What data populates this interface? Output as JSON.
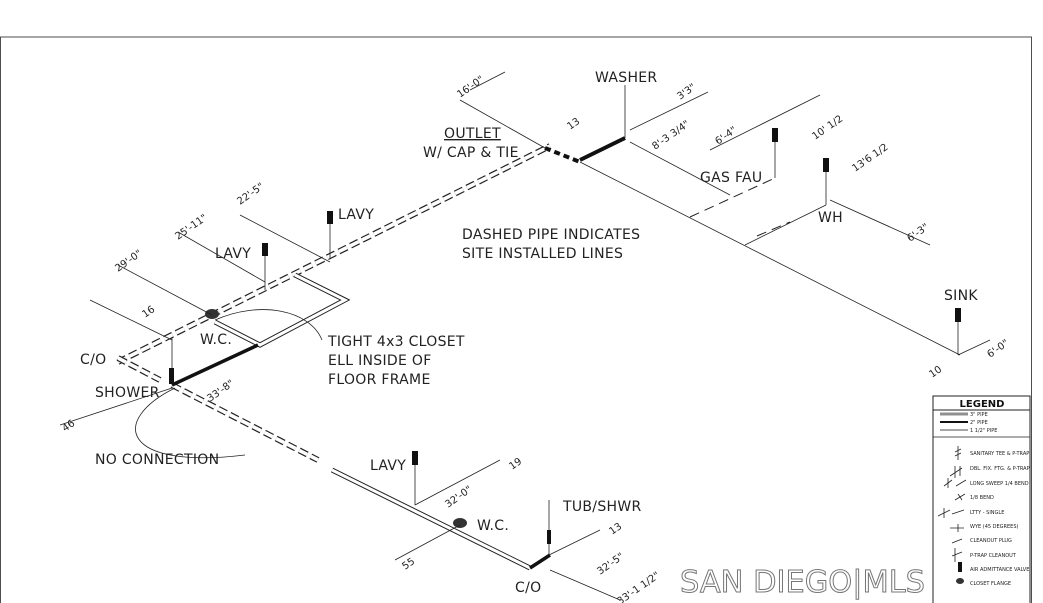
{
  "labels": {
    "washer": "WASHER",
    "outlet": "OUTLET",
    "outlet_sub": "W/ CAP & TIE",
    "gas_fau": "GAS FAU",
    "wh": "WH",
    "sink": "SINK",
    "lavy_top": "LAVY",
    "lavy_left": "LAVY",
    "lavy_bottom": "LAVY",
    "wc_top": "W.C.",
    "wc_bottom": "W.C.",
    "co_left": "C/O",
    "co_bottom": "C/O",
    "shower": "SHOWER",
    "tub_shwr": "TUB/SHWR",
    "no_connection": "NO CONNECTION",
    "note_dashed_1": "DASHED PIPE INDICATES",
    "note_dashed_2": "SITE INSTALLED LINES",
    "note_closet_1": "TIGHT 4x3 CLOSET",
    "note_closet_2": "ELL INSIDE OF",
    "note_closet_3": "FLOOR FRAME"
  },
  "dimensions": [
    "16'-0\"",
    "3'3\"",
    "13",
    "8'-3 3/4\"",
    "6'-4\"",
    "10' 1/2",
    "13'6 1/2",
    "6'-3\"",
    "6'-0\"",
    "10",
    "22'-5\"",
    "25'-11\"",
    "29'-0\"",
    "16",
    "46",
    "33'-8\"",
    "32'-0\"",
    "19",
    "32'-5\"",
    "13",
    "55",
    "33'-1 1/2\""
  ],
  "legend": {
    "title": "LEGEND",
    "pipes": [
      "3\" PIPE",
      "2\" PIPE",
      "1 1/2\" PIPE"
    ],
    "symbols": [
      {
        "label": "SANITARY TEE & P-TRAP",
        "icon": "sanitary-tee-icon"
      },
      {
        "label": "DBL. FIX. FTG. & P-TRAP",
        "icon": "double-fixture-fitting-icon"
      },
      {
        "label": "LONG SWEEP 1/4 BEND",
        "icon": "long-sweep-bend-icon"
      },
      {
        "label": "1/8 BEND",
        "icon": "eighth-bend-icon"
      },
      {
        "label": "LTTY - SINGLE",
        "icon": "ltty-single-icon"
      },
      {
        "label": "WYE (45 DEGREES)",
        "icon": "wye-icon"
      },
      {
        "label": "CLEANOUT PLUG",
        "icon": "cleanout-plug-icon"
      },
      {
        "label": "P-TRAP CLEANOUT",
        "icon": "p-trap-cleanout-icon"
      },
      {
        "label": "AIR ADMITTANCE VALVE",
        "icon": "air-admittance-valve-icon"
      },
      {
        "label": "CLOSET FLANGE",
        "icon": "closet-flange-icon"
      }
    ]
  },
  "watermark": "SAN DIEGO|MLS"
}
